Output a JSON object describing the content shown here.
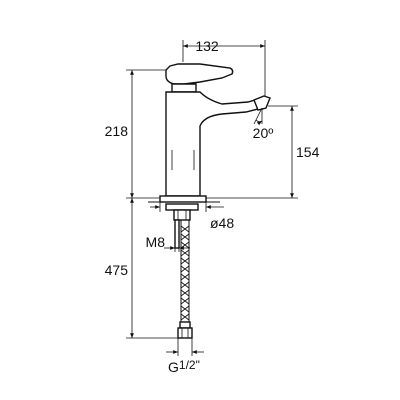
{
  "diagram": {
    "dimensions": {
      "width_spout": "132",
      "height_total": "218",
      "height_spout": "154",
      "angle": "20º",
      "diameter": "ø48",
      "thread": "M8",
      "hose_length": "475",
      "connector": "G",
      "connector_fraction": "1/2\""
    },
    "colors": {
      "ink": "#111111",
      "background": "#ffffff"
    }
  }
}
